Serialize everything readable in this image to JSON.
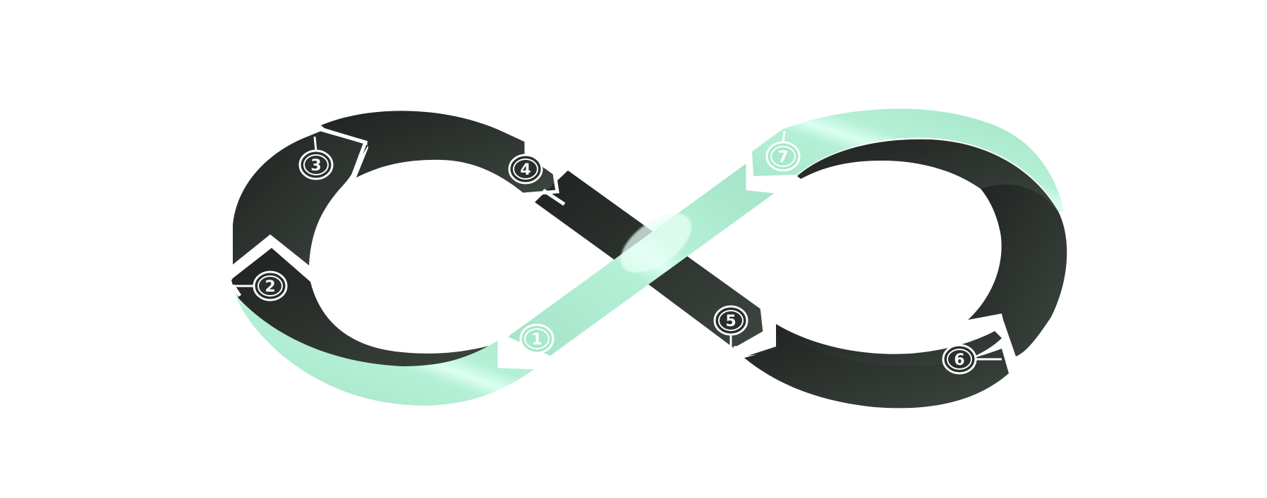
{
  "colors": {
    "background": "#ffffff",
    "dark_band": "#2b302d",
    "dark_band_light": "#3f4a43",
    "accent_band": "#a8e8cc",
    "accent_highlight": "#d9fff0",
    "marker_ring": "#ffffff"
  },
  "diagram": {
    "shape": "infinity-loop",
    "segments": [
      {
        "id": "segment-1",
        "tone": "accent"
      },
      {
        "id": "segment-2",
        "tone": "dark"
      },
      {
        "id": "segment-3",
        "tone": "dark"
      },
      {
        "id": "segment-4",
        "tone": "dark"
      },
      {
        "id": "segment-5",
        "tone": "dark"
      },
      {
        "id": "segment-6",
        "tone": "dark"
      },
      {
        "id": "segment-7",
        "tone": "accent"
      }
    ],
    "markers": [
      {
        "label": "1",
        "tone": "accent"
      },
      {
        "label": "2",
        "tone": "dark"
      },
      {
        "label": "3",
        "tone": "dark"
      },
      {
        "label": "4",
        "tone": "dark"
      },
      {
        "label": "5",
        "tone": "dark"
      },
      {
        "label": "6",
        "tone": "dark"
      },
      {
        "label": "7",
        "tone": "accent"
      }
    ]
  }
}
